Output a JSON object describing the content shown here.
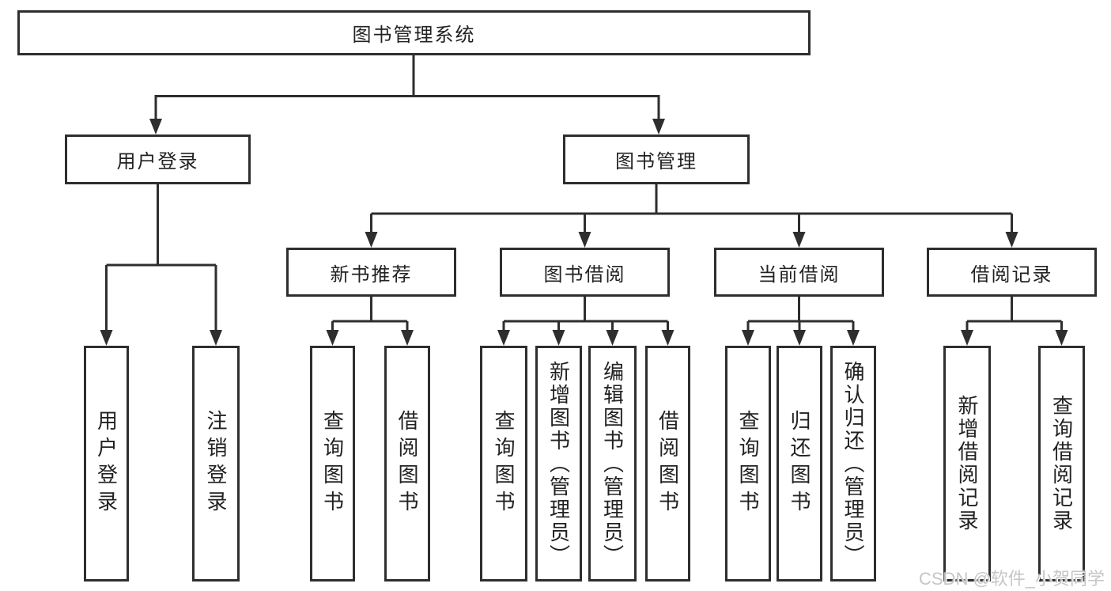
{
  "colors": {
    "line": "#2e2e2e",
    "box_border": "#2e2e2e",
    "text": "#222222",
    "background": "#ffffff",
    "watermark": "#c6c6c6"
  },
  "tree": {
    "label": "图书管理系统",
    "children": [
      {
        "label": "用户登录",
        "children": [
          {
            "label": "用户登录"
          },
          {
            "label": "注销登录"
          }
        ]
      },
      {
        "label": "图书管理",
        "children": [
          {
            "label": "新书推荐",
            "children": [
              {
                "label": "查询图书"
              },
              {
                "label": "借阅图书"
              }
            ]
          },
          {
            "label": "图书借阅",
            "children": [
              {
                "label": "查询图书"
              },
              {
                "label": "新增图书（管理员）"
              },
              {
                "label": "编辑图书（管理员）"
              },
              {
                "label": "借阅图书"
              }
            ]
          },
          {
            "label": "当前借阅",
            "children": [
              {
                "label": "查询图书"
              },
              {
                "label": "归还图书"
              },
              {
                "label": "确认归还（管理员）"
              }
            ]
          },
          {
            "label": "借阅记录",
            "children": [
              {
                "label": "新增借阅记录"
              },
              {
                "label": "查询借阅记录"
              }
            ]
          }
        ]
      }
    ]
  },
  "watermark": {
    "text": "CSDN @软件_小贺同学"
  }
}
